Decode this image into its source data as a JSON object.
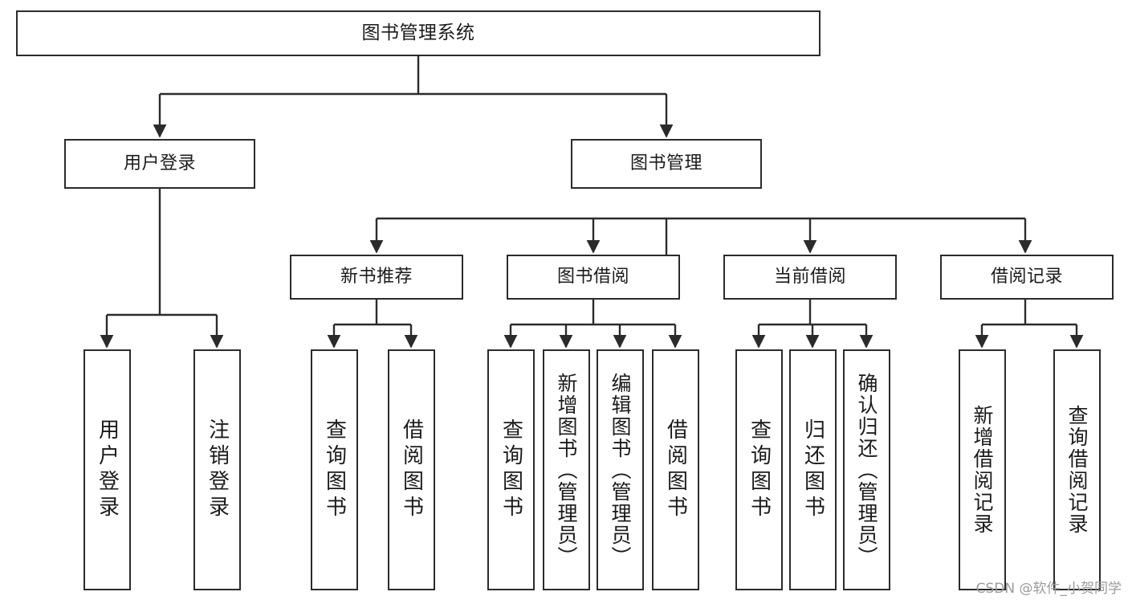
{
  "diagram": {
    "type": "tree",
    "title": "图书管理系统",
    "root": {
      "id": "root",
      "label": "图书管理系统"
    },
    "level1": [
      {
        "id": "user-login",
        "label": "用户登录"
      },
      {
        "id": "book-manage",
        "label": "图书管理"
      }
    ],
    "level2": [
      {
        "id": "new-book-recommend",
        "label": "新书推荐",
        "parent": "book-manage"
      },
      {
        "id": "book-borrow",
        "label": "图书借阅",
        "parent": "book-manage"
      },
      {
        "id": "current-borrow",
        "label": "当前借阅",
        "parent": "book-manage"
      },
      {
        "id": "borrow-record",
        "label": "借阅记录",
        "parent": "book-manage"
      }
    ],
    "leaves": [
      {
        "id": "leaf-user-login",
        "label": "用户登录",
        "parent": "user-login"
      },
      {
        "id": "leaf-user-logout",
        "label": "注销登录",
        "parent": "user-login"
      },
      {
        "id": "leaf-query-book-1",
        "label": "查询图书",
        "parent": "new-book-recommend"
      },
      {
        "id": "leaf-borrow-book-1",
        "label": "借阅图书",
        "parent": "new-book-recommend"
      },
      {
        "id": "leaf-query-book-2",
        "label": "查询图书",
        "parent": "book-borrow"
      },
      {
        "id": "leaf-add-book",
        "label": "新增图书（管理员）",
        "parent": "book-borrow"
      },
      {
        "id": "leaf-edit-book",
        "label": "编辑图书（管理员）",
        "parent": "book-borrow"
      },
      {
        "id": "leaf-borrow-book-2",
        "label": "借阅图书",
        "parent": "book-borrow"
      },
      {
        "id": "leaf-query-book-3",
        "label": "查询图书",
        "parent": "current-borrow"
      },
      {
        "id": "leaf-return-book",
        "label": "归还图书",
        "parent": "current-borrow"
      },
      {
        "id": "leaf-confirm-return",
        "label": "确认归还（管理员）",
        "parent": "current-borrow"
      },
      {
        "id": "leaf-add-record",
        "label": "新增借阅记录",
        "parent": "borrow-record"
      },
      {
        "id": "leaf-query-record",
        "label": "查询借阅记录",
        "parent": "borrow-record"
      }
    ],
    "colors": {
      "stroke": "#2b2b2b",
      "fill": "#ffffff",
      "text": "#1b1b1b",
      "watermark": "#9b9b9b"
    }
  },
  "watermark": {
    "text": "CSDN @软件_小贺同学"
  }
}
